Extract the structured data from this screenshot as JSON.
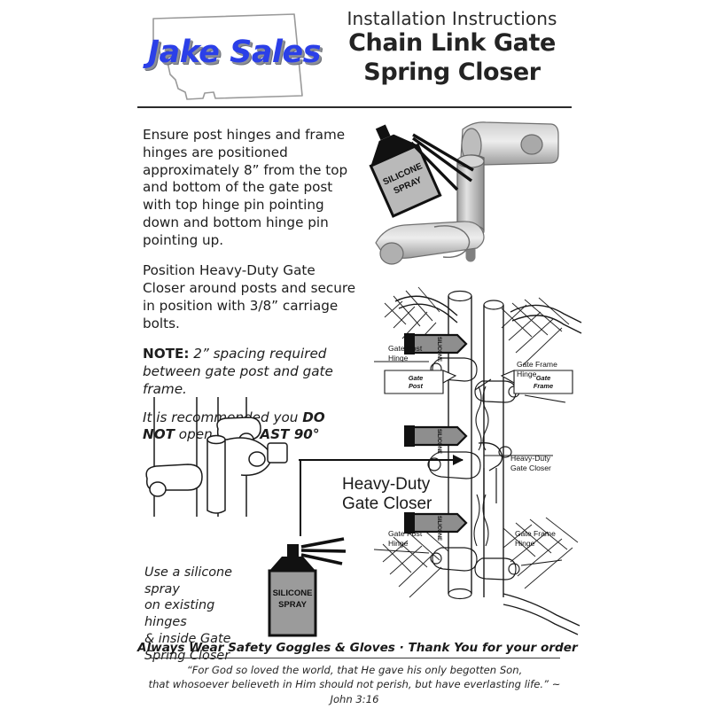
{
  "header": {
    "logo_text": "Jake Sales",
    "logo_color": "#2b3fe8",
    "logo_shape": "montana-state-outline",
    "title_sub": "Installation Instructions",
    "title_line1": "Chain Link Gate",
    "title_line2": "Spring Closer"
  },
  "instructions": {
    "p1": "Ensure post hinges and frame hinges are positioned approximately 8” from the top and bottom of the gate post with top hinge pin pointing down and bottom hinge pin pointing up.",
    "p2": "Position Heavy-Duty Gate Closer around posts and secure in position with 3/8” carriage bolts.",
    "note_label": "NOTE:",
    "note_text": " 2” spacing required between gate post and gate frame.",
    "rec_a": "It is recommended you ",
    "rec_strong": "DO NOT",
    "rec_b": " open gate ",
    "rec_strong2": "PAST 90°"
  },
  "callouts": {
    "heavy_duty_line1": "Heavy-Duty",
    "heavy_duty_line2": "Gate Closer",
    "gate_post_hinge_1": "Gate Post",
    "gate_post_hinge_2": "Hinge",
    "gate_frame_hinge_1": "Gate Frame",
    "gate_frame_hinge_2": "Hinge",
    "gate_post_bubble_1": "Gate",
    "gate_post_bubble_2": "Post",
    "gate_frame_bubble_1": "Gate",
    "gate_frame_bubble_2": "Frame",
    "closer_label_1": "Heavy-Duty",
    "closer_label_2": "Gate Closer"
  },
  "spray": {
    "can_label_1": "SILICONE",
    "can_label_2": "SPRAY",
    "note_line1": "Use a silicone spray",
    "note_line2": "on existing hinges",
    "note_line3": "& inside Gate",
    "note_line4": "Spring Closer"
  },
  "footer": {
    "safety": "Always Wear Safety Goggles & Gloves  ·  Thank You for your order",
    "scripture_line1": "“For God so loved the world, that He gave his only begotten Son,",
    "scripture_line2": "that whosoever believeth in Him should not perish, but have everlasting life.” ~ John 3:16"
  },
  "colors": {
    "metal_light": "#d8d8d8",
    "metal_mid": "#b4b4b4",
    "metal_dark": "#8a8a8a",
    "can_gray": "#9b9b9b",
    "ink": "#1a1a1a"
  }
}
